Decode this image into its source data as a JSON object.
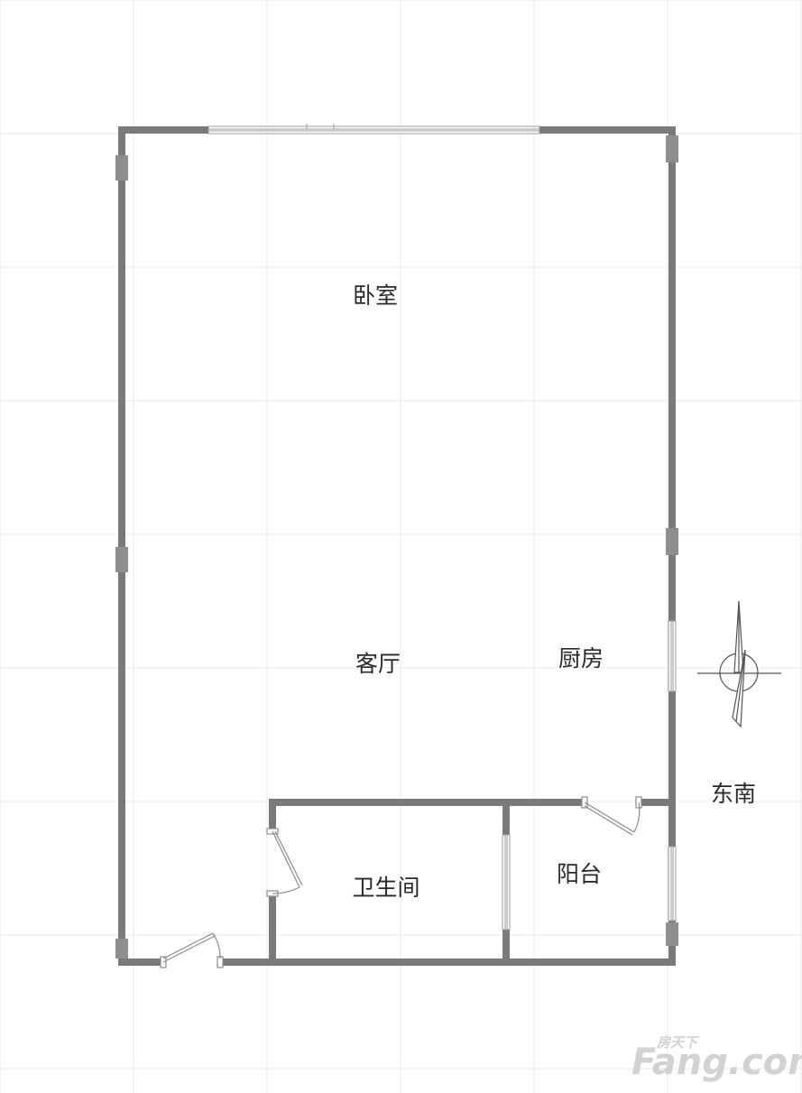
{
  "floorplan": {
    "rooms": {
      "bedroom": "卧室",
      "living_room": "客厅",
      "kitchen": "厨房",
      "bathroom": "卫生间",
      "balcony": "阳台"
    },
    "orientation_label": "东南"
  },
  "watermark": {
    "text_main": "Fang.com",
    "text_small": "房天下"
  },
  "colors": {
    "wall": "#7a7a7a",
    "grid": "#e9e9e9",
    "window_frame": "#9a9a9a",
    "text": "#2a2a2a",
    "watermark": "#d2d2d2"
  }
}
